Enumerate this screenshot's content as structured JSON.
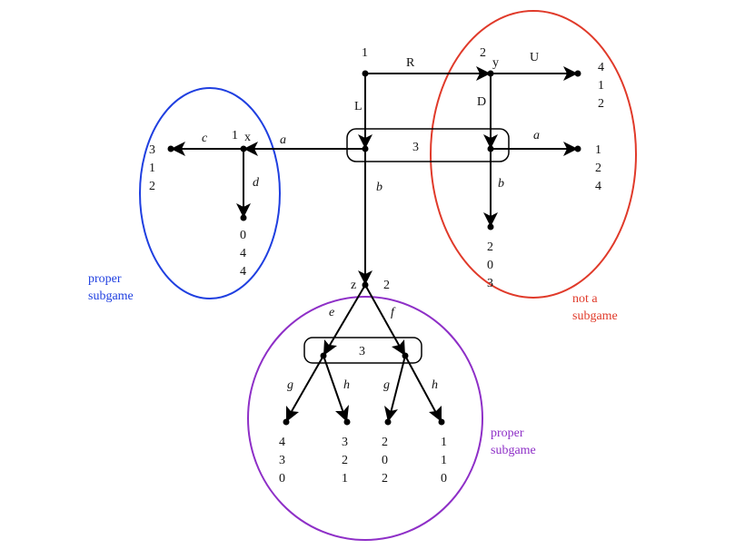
{
  "nodes": {
    "root": {
      "player": "1"
    },
    "y": {
      "player": "2",
      "name": "y"
    },
    "x": {
      "player": "1",
      "name": "x"
    },
    "z": {
      "player": "2",
      "name": "z"
    }
  },
  "info_sets": {
    "top": {
      "player": "3"
    },
    "bottom": {
      "player": "3"
    }
  },
  "actions": {
    "R": "R",
    "L": "L",
    "U": "U",
    "D": "D",
    "a_left": "a",
    "a_right": "a",
    "b_left": "b",
    "b_right": "b",
    "c": "c",
    "d": "d",
    "e": "e",
    "f": "f",
    "g1": "g",
    "h1": "h",
    "g2": "g",
    "h2": "h"
  },
  "payoffs": {
    "U": [
      "4",
      "1",
      "2"
    ],
    "a_right": [
      "1",
      "2",
      "4"
    ],
    "b_right": [
      "2",
      "0",
      "3"
    ],
    "c": [
      "3",
      "1",
      "2"
    ],
    "d": [
      "0",
      "4",
      "4"
    ],
    "g1": [
      "4",
      "3",
      "0"
    ],
    "h1": [
      "3",
      "2",
      "1"
    ],
    "g2": [
      "2",
      "0",
      "2"
    ],
    "h2": [
      "1",
      "1",
      "0"
    ]
  },
  "subgames": {
    "blue": {
      "line1": "proper",
      "line2": "subgame",
      "color": "#1f3fe0"
    },
    "red": {
      "line1": "not a",
      "line2": "subgame",
      "color": "#e03a2a"
    },
    "purple": {
      "line1": "proper",
      "line2": "subgame",
      "color": "#8e2fc7"
    }
  }
}
